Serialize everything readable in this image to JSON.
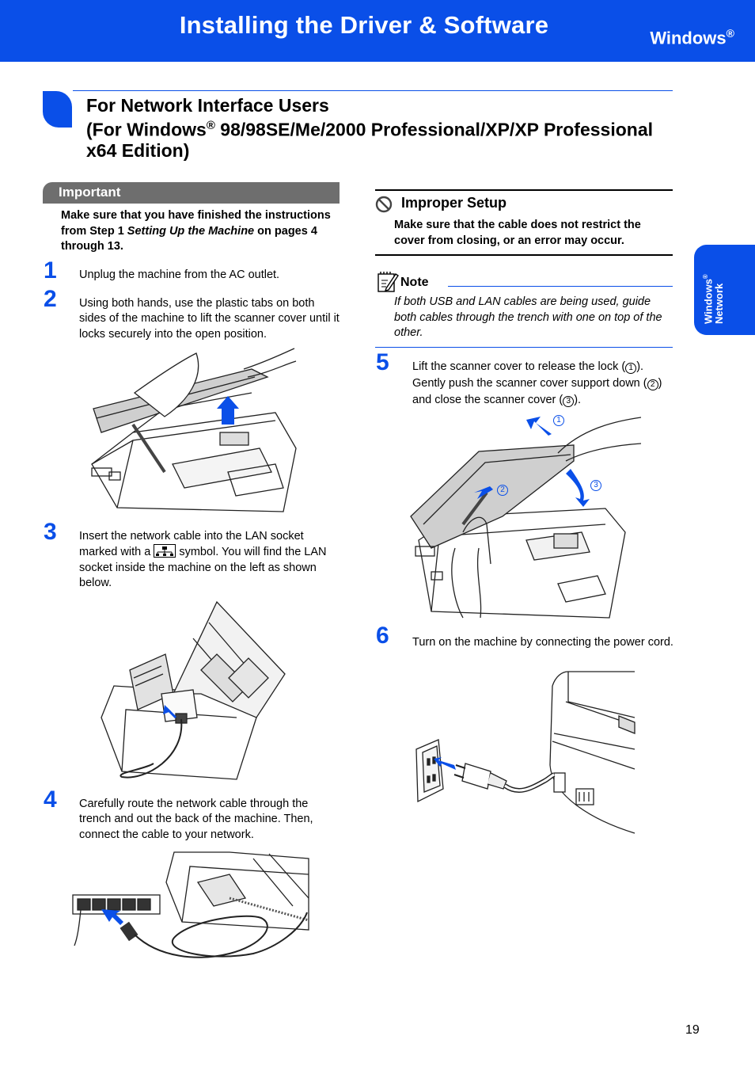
{
  "header": {
    "title": "Installing the Driver & Software",
    "os_label": "Windows",
    "os_mark": "®"
  },
  "section": {
    "line1": "For Network Interface Users",
    "line2_prefix": "(For Windows",
    "line2_mark": "®",
    "line2_suffix": " 98/98SE/Me/2000 Professional/XP/XP Professional",
    "line3": "x64 Edition)"
  },
  "side_tab": {
    "line1": "Windows",
    "line1_mark": "®",
    "line2": "Network"
  },
  "important": {
    "label": "Important",
    "text_a": "Make sure that you have finished the instructions from Step 1 ",
    "text_b": "Setting Up the Machine",
    "text_c": " on pages 4 through 13."
  },
  "steps": [
    {
      "number": "1",
      "text": "Unplug the machine from the AC outlet."
    },
    {
      "number": "2",
      "text": "Using both hands, use the plastic tabs on both sides of the machine to lift the scanner cover until it locks securely into the open position."
    },
    {
      "number": "3",
      "text_a": "Insert the network cable into the LAN socket marked with a ",
      "text_b": " symbol. You will find the LAN socket inside the machine on the left as shown below."
    },
    {
      "number": "4",
      "text": "Carefully route the network cable through the trench and out the back of the machine. Then, connect the cable to your network."
    },
    {
      "number": "5",
      "text_a": "Lift the scanner cover to release the lock (",
      "mark_1": "1",
      "text_b": "). Gently push the scanner cover support down (",
      "mark_2": "2",
      "text_c": ") and close the scanner cover (",
      "mark_3": "3",
      "text_d": ")."
    },
    {
      "number": "6",
      "text": "Turn on the machine by connecting the power cord."
    }
  ],
  "warning": {
    "icon": "prohibited-icon",
    "title": "Improper Setup",
    "text": "Make sure that the cable does not restrict the cover from closing, or an error may occur."
  },
  "note": {
    "icon": "notepad-pencil-icon",
    "label": "Note",
    "text": "If both USB and LAN cables are being used, guide both cables through the trench with one on top of the other."
  },
  "callouts": {
    "one": "1",
    "two": "2",
    "three": "3"
  },
  "page_number": "19",
  "colors": {
    "brand_blue": "#0a4fe8",
    "important_gray": "#6e6e6e"
  }
}
